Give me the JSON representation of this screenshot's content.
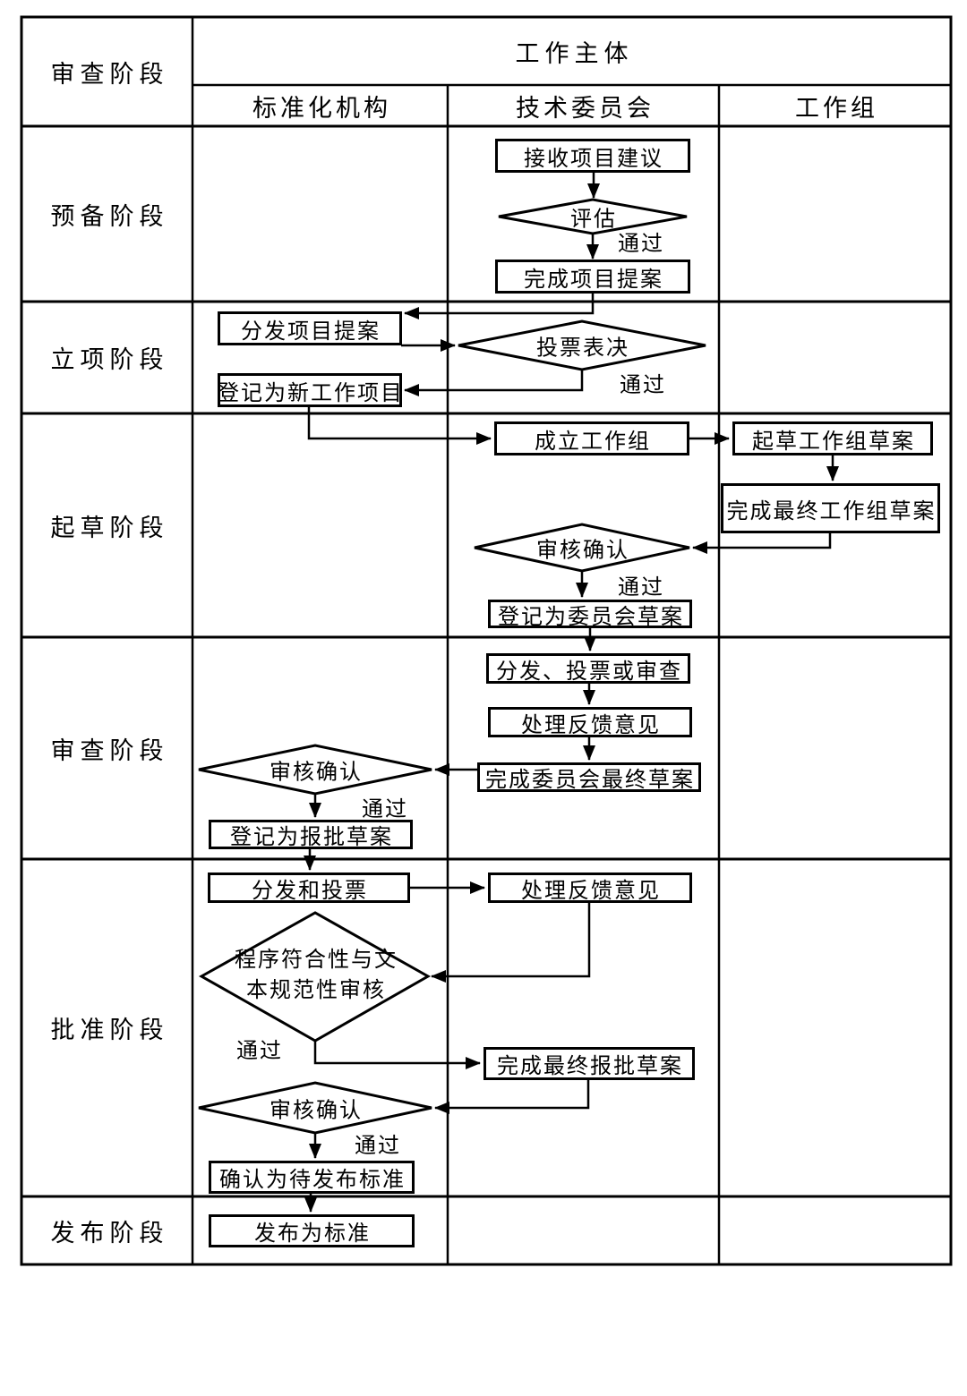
{
  "colors": {
    "line": "#000000",
    "text": "#000000",
    "node_fill": "#ffffff",
    "background": "#ffffff"
  },
  "table": {
    "stage_column_header": "审查阶段",
    "body_header": "工作主体",
    "columns": [
      "标准化机构",
      "技术委员会",
      "工作组"
    ],
    "stages": [
      "预备阶段",
      "立项阶段",
      "起草阶段",
      "审查阶段",
      "批准阶段",
      "发布阶段"
    ]
  },
  "labels": {
    "pass": "通过"
  },
  "nodes": {
    "receive_project_proposal": "接收项目建议",
    "evaluate": "评估",
    "complete_project_proposal": "完成项目提案",
    "distribute_project_proposal": "分发项目提案",
    "vote": "投票表决",
    "register_new_work_item": "登记为新工作项目",
    "establish_working_group": "成立工作组",
    "draft_working_group_draft": "起草工作组草案",
    "complete_final_working_group_draft": "完成最终工作组草案",
    "review_confirm_drafting": "审核确认",
    "register_committee_draft": "登记为委员会草案",
    "distribute_vote_or_review": "分发、投票或审查",
    "handle_feedback_review": "处理反馈意见",
    "complete_committee_final_draft": "完成委员会最终草案",
    "review_confirm_review": "审核确认",
    "register_approval_draft": "登记为报批草案",
    "distribute_and_vote": "分发和投票",
    "handle_feedback_approval": "处理反馈意见",
    "procedure_compliance_line1": "程序符合性与文",
    "procedure_compliance_line2": "本规范性审核",
    "complete_final_approval_draft": "完成最终报批草案",
    "review_confirm_approval": "审核确认",
    "confirm_standard_for_publication": "确认为待发布标准",
    "publish_as_standard": "发布为标准"
  }
}
